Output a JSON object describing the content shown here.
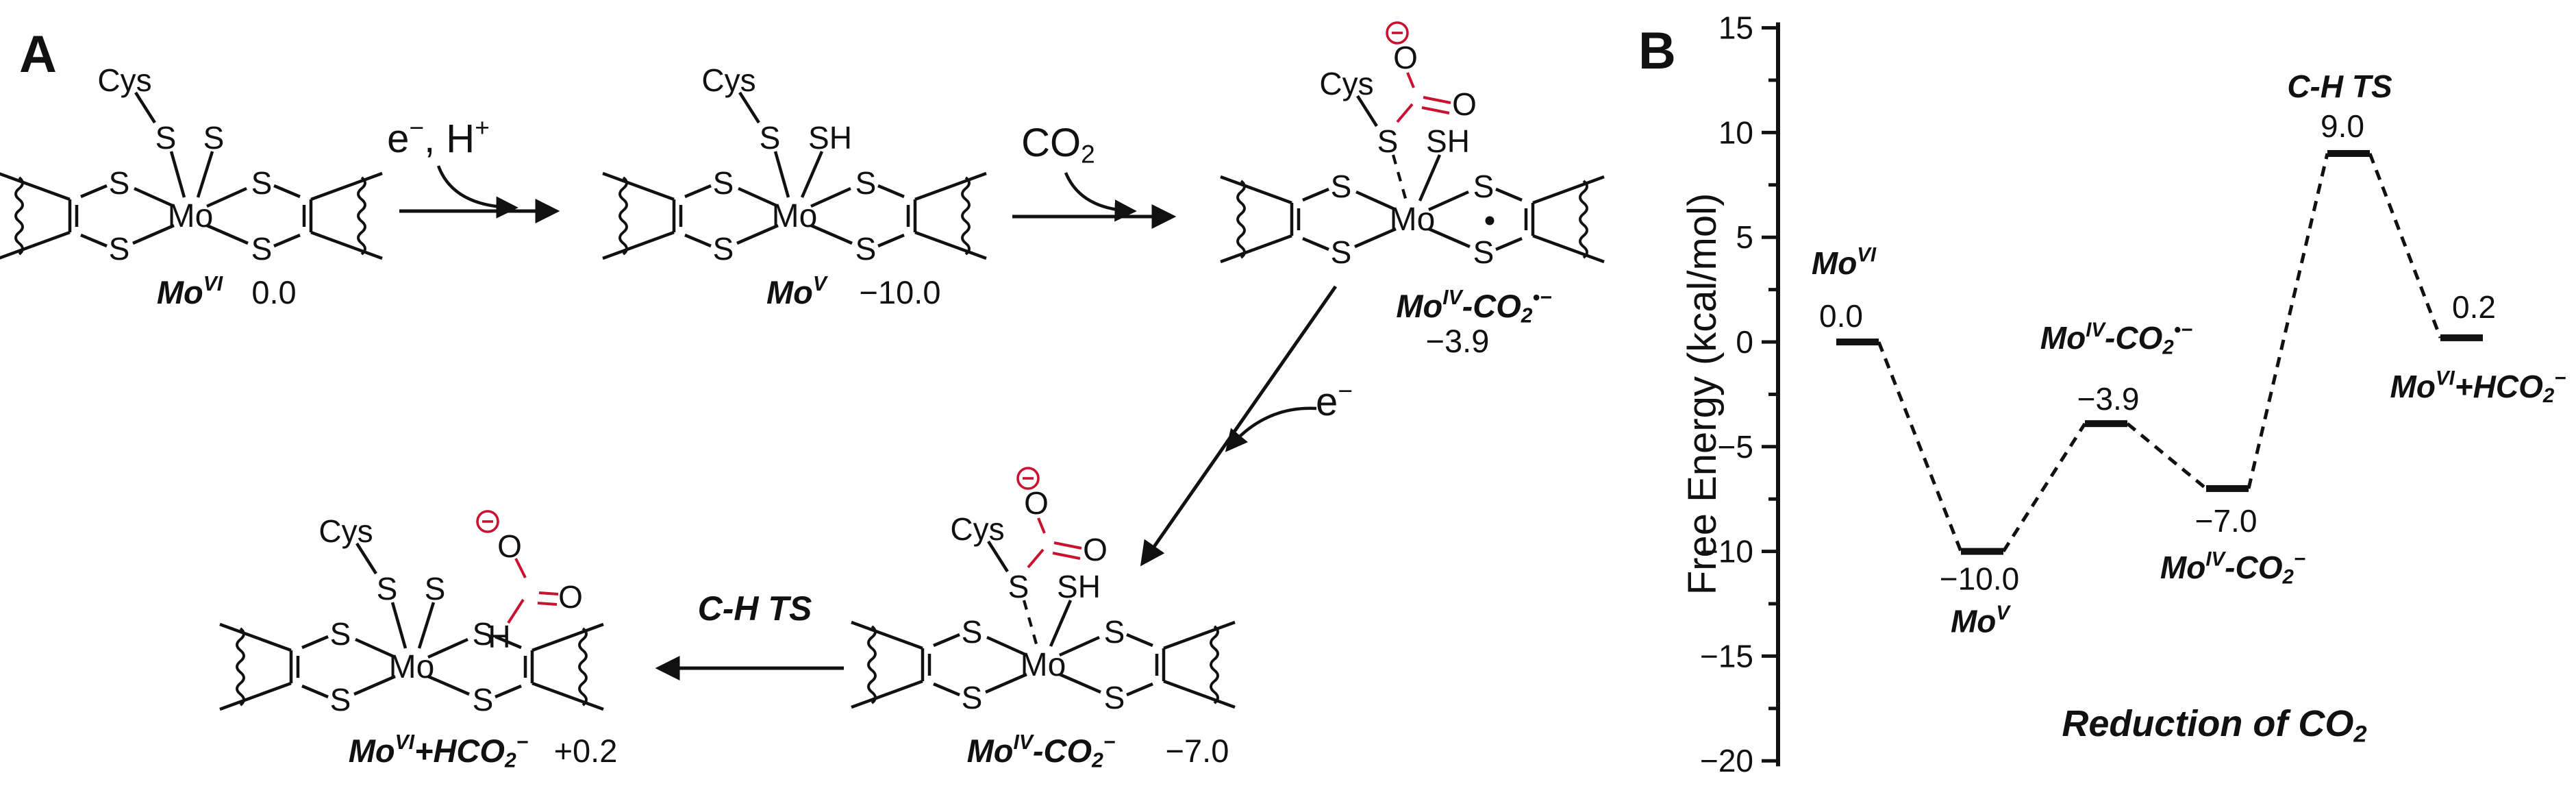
{
  "panel_a": {
    "letter": "A",
    "atoms": {
      "mo": "Mo",
      "s": "S",
      "sh": "SH",
      "cys": "Cys",
      "o": "O",
      "h": "H",
      "minus": "−"
    },
    "arrow_labels": {
      "step1": [
        [
          "e",
          ""
        ],
        [
          "−",
          "^"
        ],
        [
          ", H",
          ""
        ],
        [
          "+",
          "^"
        ]
      ],
      "step2": [
        [
          "CO",
          ""
        ],
        [
          "2",
          "_"
        ]
      ],
      "step3": [
        [
          "e",
          ""
        ],
        [
          "−",
          "^"
        ]
      ],
      "step4": [
        [
          "C-H TS",
          "bi"
        ]
      ]
    },
    "structures": [
      {
        "id": "mo-vi",
        "cys": "Cys",
        "thiolate": "S",
        "ligand2": "S",
        "mo": "Mo",
        "chelate_s": "S",
        "cys_bond": "solid",
        "radical": false,
        "carboxylate": "none",
        "species": [
          [
            "Mo",
            "bi"
          ],
          [
            "VI",
            "bi^"
          ]
        ],
        "energy": "0.0"
      },
      {
        "id": "mo-v",
        "cys": "Cys",
        "thiolate": "S",
        "ligand2": "SH",
        "mo": "Mo",
        "chelate_s": "S",
        "cys_bond": "solid",
        "radical": false,
        "carboxylate": "none",
        "species": [
          [
            "Mo",
            "bi"
          ],
          [
            "V",
            "bi^"
          ]
        ],
        "energy": "−10.0"
      },
      {
        "id": "mo-iv-co2-radical",
        "cys": "Cys",
        "thiolate": "S",
        "ligand2": "SH",
        "mo": "Mo",
        "chelate_s": "S",
        "cys_bond": "dashed",
        "radical": true,
        "carboxylate": "bound",
        "species": [
          [
            "Mo",
            "bi"
          ],
          [
            "IV",
            "bi^"
          ],
          [
            "-CO",
            "bi"
          ],
          [
            "2",
            "bi_"
          ],
          [
            "•−",
            "bi^"
          ]
        ],
        "energy": "−3.9"
      },
      {
        "id": "mo-iv-co2",
        "cys": "Cys",
        "thiolate": "S",
        "ligand2": "SH",
        "mo": "Mo",
        "chelate_s": "S",
        "cys_bond": "dashed",
        "radical": false,
        "carboxylate": "bound",
        "species": [
          [
            "Mo",
            "bi"
          ],
          [
            "IV",
            "bi^"
          ],
          [
            "-CO",
            "bi"
          ],
          [
            "2",
            "bi_"
          ],
          [
            "−",
            "bi^"
          ]
        ],
        "energy": "−7.0"
      },
      {
        "id": "mo-vi-formate",
        "cys": "Cys",
        "thiolate": "S",
        "ligand2": "S",
        "mo": "Mo",
        "chelate_s": "S",
        "cys_bond": "solid",
        "radical": false,
        "carboxylate": "free",
        "species": [
          [
            "Mo",
            "bi"
          ],
          [
            "VI",
            "bi^"
          ],
          [
            "+HCO",
            "bi"
          ],
          [
            "2",
            "bi_"
          ],
          [
            "−",
            "bi^"
          ]
        ],
        "energy": "+0.2"
      }
    ],
    "red_color": "#c81230",
    "ink_color": "#111111"
  },
  "panel_b": {
    "letter": "B"
  },
  "chart_data": {
    "type": "line",
    "subtype": "free-energy-level-diagram",
    "title": "Reduction of CO2",
    "title_segments": [
      [
        "Reduction of CO",
        "bi"
      ],
      [
        "2",
        "bi_"
      ]
    ],
    "ylabel": "Free Energy (kcal/mol)",
    "ylim": [
      -20,
      15
    ],
    "yticks": [
      {
        "v": 15,
        "t": "15"
      },
      {
        "v": 10,
        "t": "10"
      },
      {
        "v": 5,
        "t": "5"
      },
      {
        "v": 0,
        "t": "0"
      },
      {
        "v": -5,
        "t": "−5"
      },
      {
        "v": -10,
        "t": "−10"
      },
      {
        "v": -15,
        "t": "−15"
      },
      {
        "v": -20,
        "t": "−20"
      }
    ],
    "yticks_minor": [
      12.5,
      7.5,
      2.5,
      -2.5,
      -7.5,
      -12.5,
      -17.5
    ],
    "connector_style": "dashed",
    "grid": false,
    "categories": [
      "MoVI",
      "MoV",
      "MoIV-CO2 radical anion",
      "MoIV-CO2 anion",
      "C-H TS",
      "MoVI + HCO2 anion"
    ],
    "values": [
      0.0,
      -10.0,
      -3.9,
      -7.0,
      9.0,
      0.2
    ],
    "states": [
      {
        "id": "movi",
        "label": [
          [
            "Mo",
            "bi"
          ],
          [
            "VI",
            "bi^"
          ]
        ],
        "value": 0.0,
        "value_text": "0.0"
      },
      {
        "id": "mov",
        "label": [
          [
            "Mo",
            "bi"
          ],
          [
            "V",
            "bi^"
          ]
        ],
        "value": -10.0,
        "value_text": "−10.0"
      },
      {
        "id": "moiv-co2rad",
        "label": [
          [
            "Mo",
            "bi"
          ],
          [
            "IV",
            "bi^"
          ],
          [
            "-CO",
            "bi"
          ],
          [
            "2",
            "bi_"
          ],
          [
            "•−",
            "bi^"
          ]
        ],
        "value": -3.9,
        "value_text": "−3.9"
      },
      {
        "id": "moiv-co2",
        "label": [
          [
            "Mo",
            "bi"
          ],
          [
            "IV",
            "bi^"
          ],
          [
            "-CO",
            "bi"
          ],
          [
            "2",
            "bi_"
          ],
          [
            "−",
            "bi^"
          ]
        ],
        "value": -7.0,
        "value_text": "−7.0"
      },
      {
        "id": "ch-ts",
        "label": [
          [
            "C-H TS",
            "bi"
          ]
        ],
        "value": 9.0,
        "value_text": "9.0"
      },
      {
        "id": "movi-hco2",
        "label": [
          [
            "Mo",
            "bi"
          ],
          [
            "VI",
            "bi^"
          ],
          [
            "+HCO",
            "bi"
          ],
          [
            "2",
            "bi_"
          ],
          [
            "−",
            "bi^"
          ]
        ],
        "value": 0.2,
        "value_text": "0.2"
      }
    ]
  }
}
